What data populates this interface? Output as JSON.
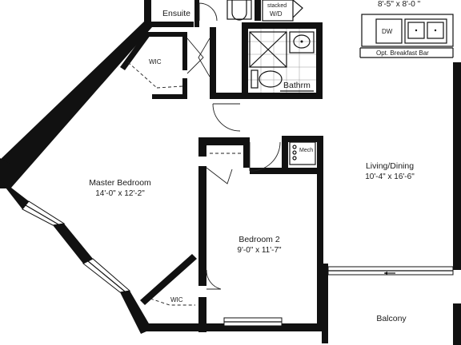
{
  "rooms": {
    "ensuite": {
      "label": "Ensuite"
    },
    "laundry": {
      "label_line1": "stacked",
      "label_line2": "W/D"
    },
    "kitchen": {
      "dims": "8'-5\" x 8'-0  \"",
      "dishwasher": "DW",
      "breakfast_bar": "Opt. Breakfast Bar"
    },
    "master_wic": {
      "label": "WIC"
    },
    "bathroom": {
      "label": "Bathrm"
    },
    "mechanical": {
      "label": "Mech"
    },
    "master_bedroom": {
      "name": "Master Bedroom",
      "dims": "14'-0\" x 12'-2\""
    },
    "living_dining": {
      "name": "Living/Dining",
      "dims": "10'-4\" x 16'-6\""
    },
    "bedroom2": {
      "name": "Bedroom 2",
      "dims": "9'-0\" x 11'-7\""
    },
    "bedroom2_wic": {
      "label": "WIC"
    },
    "balcony": {
      "name": "Balcony"
    }
  }
}
